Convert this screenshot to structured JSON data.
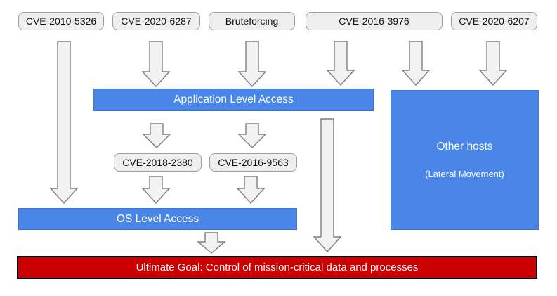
{
  "diagram": {
    "colors": {
      "node_blue": "#4a86e8",
      "goal_red": "#cc0000",
      "box_fill": "#efefef",
      "arrow_fill": "#f2f2f2"
    },
    "entry_nodes": [
      {
        "label": "CVE-2010-5326"
      },
      {
        "label": "CVE-2020-6287"
      },
      {
        "label": "Bruteforcing"
      },
      {
        "label": "CVE-2016-3976"
      },
      {
        "label": "CVE-2020-6207"
      }
    ],
    "application_access": {
      "label": "Application Level Access"
    },
    "escalation_nodes": [
      {
        "label": "CVE-2018-2380"
      },
      {
        "label": "CVE-2016-9563"
      }
    ],
    "os_access": {
      "label": "OS Level Access"
    },
    "other_hosts": {
      "title": "Other hosts",
      "subtitle": "(Lateral Movement)"
    },
    "ultimate_goal": {
      "label": "Ultimate Goal: Control of mission-critical data and processes"
    }
  }
}
